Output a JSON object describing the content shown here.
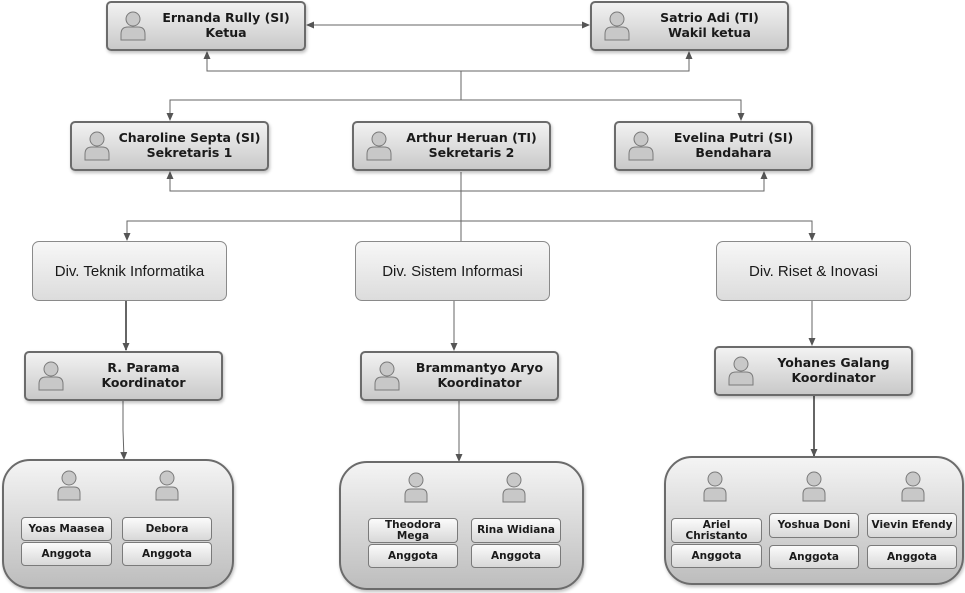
{
  "leaders": {
    "ketua": {
      "name": "Ernanda Rully (SI)",
      "role": "Ketua"
    },
    "wakil": {
      "name": "Satrio Adi (TI)",
      "role": "Wakil ketua"
    }
  },
  "officers": {
    "sek1": {
      "name": "Charoline Septa (SI)",
      "role": "Sekretaris 1"
    },
    "sek2": {
      "name": "Arthur Heruan (TI)",
      "role": "Sekretaris 2"
    },
    "bendahara": {
      "name": "Evelina Putri (SI)",
      "role": "Bendahara"
    }
  },
  "divisions": [
    {
      "name": "Div. Teknik Informatika",
      "coordinator": {
        "name": "R. Parama",
        "role": "Koordinator"
      },
      "members": [
        {
          "name": "Yoas Maasea",
          "role": "Anggota"
        },
        {
          "name": "Debora",
          "role": "Anggota"
        }
      ]
    },
    {
      "name": "Div. Sistem Informasi",
      "coordinator": {
        "name": "Brammantyo Aryo",
        "role": "Koordinator"
      },
      "members": [
        {
          "name": "Theodora Mega",
          "role": "Anggota"
        },
        {
          "name": "Rina Widiana",
          "role": "Anggota"
        }
      ]
    },
    {
      "name": "Div. Riset & Inovasi",
      "coordinator": {
        "name": "Yohanes Galang",
        "role": "Koordinator"
      },
      "members": [
        {
          "name": "Ariel Christanto",
          "role": "Anggota"
        },
        {
          "name": "Yoshua Doni",
          "role": "Anggota"
        },
        {
          "name": "Vievin Efendy",
          "role": "Anggota"
        }
      ]
    }
  ]
}
